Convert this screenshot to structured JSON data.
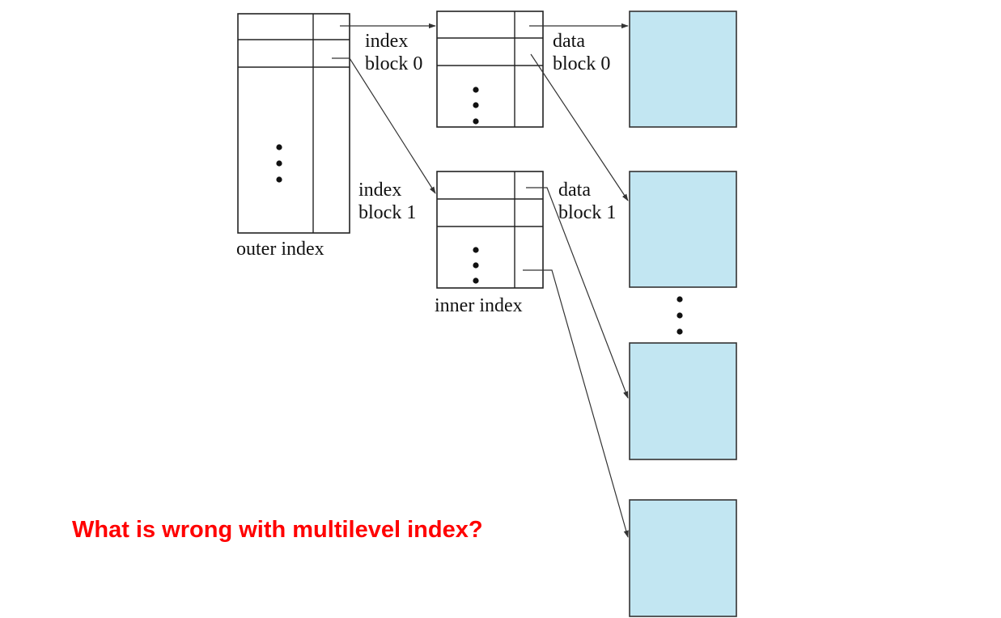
{
  "labels": {
    "index_block_0": [
      "index",
      "block 0"
    ],
    "index_block_1": [
      "index",
      "block 1"
    ],
    "data_block_0": [
      "data",
      "block 0"
    ],
    "data_block_1": [
      "data",
      "block 1"
    ],
    "outer_index": "outer index",
    "inner_index": "inner index"
  },
  "question": "What is wrong with multilevel index?",
  "colors": {
    "data_block_fill": "#c2e6f2",
    "question_text": "#ff0000"
  }
}
